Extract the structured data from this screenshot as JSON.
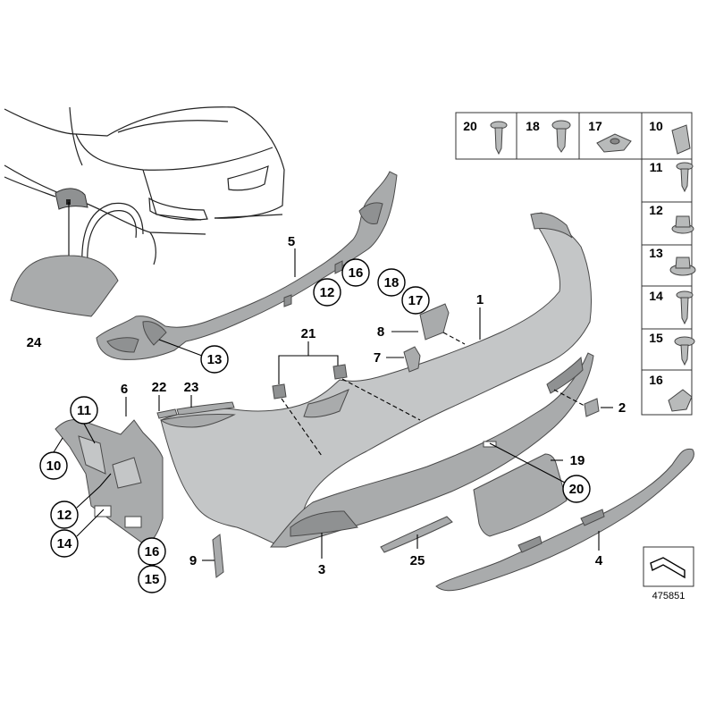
{
  "diagram": {
    "reference_number": "475851",
    "labels": {
      "l1": "1",
      "l2": "2",
      "l3": "3",
      "l4": "4",
      "l5": "5",
      "l6": "6",
      "l7": "7",
      "l8": "8",
      "l9": "9",
      "l10": "10",
      "l11": "11",
      "l12": "12",
      "l13": "13",
      "l14": "14",
      "l15": "15",
      "l16": "16",
      "l17": "17",
      "l18": "18",
      "l19": "19",
      "l20": "20",
      "l21": "21",
      "l22": "22",
      "l23": "23",
      "l24": "24",
      "l25": "25"
    },
    "fastener_table": {
      "top_row": [
        "20",
        "18",
        "17",
        "10"
      ],
      "right_column": [
        "11",
        "12",
        "13",
        "14",
        "15",
        "16"
      ]
    },
    "colors": {
      "part_fill": "#a9abac",
      "part_light": "#c4c6c7",
      "line": "#000000"
    }
  }
}
